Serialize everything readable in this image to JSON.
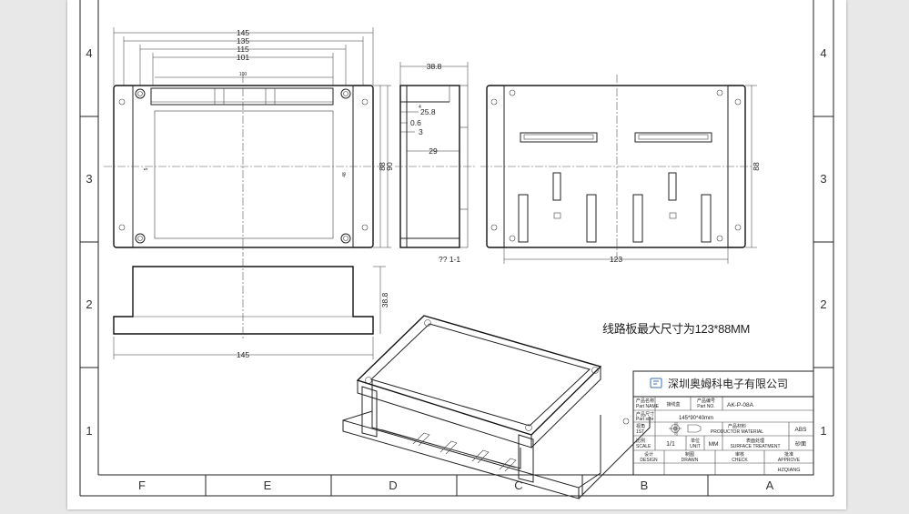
{
  "zones": {
    "rows": [
      "4",
      "3",
      "2",
      "1"
    ],
    "cols": [
      "F",
      "E",
      "D",
      "C",
      "B",
      "A"
    ]
  },
  "front_view": {
    "dims_top": [
      "145",
      "135",
      "115",
      "101",
      "100"
    ],
    "dims_side": [
      "88",
      "90",
      "48",
      "5"
    ]
  },
  "side_view": {
    "dims": [
      "38.8",
      "25.8",
      "0.6",
      "3",
      "29",
      "4"
    ],
    "section_label": "?? 1-1"
  },
  "back_view": {
    "dims": [
      "88",
      "123"
    ]
  },
  "bottom_view": {
    "dims": [
      "145",
      "38.8"
    ]
  },
  "note": "线路板最大尺寸为123*88MM",
  "title_block": {
    "company": "深圳奥姆科电子有限公司",
    "part_name_label": "产品名称",
    "part_name_label_en": "Part NAME",
    "part_name_value": "接线盒",
    "part_no_label": "产品编号",
    "part_no_label_en": "Part NO.",
    "part_no_value": "AK-P-08A",
    "part_size_label": "产品尺寸",
    "part_size_label_en": "Part size",
    "part_size_value": "145*90*40mm",
    "angle_label": "视角",
    "angle_label_en": "1ST",
    "material_label": "产品材料",
    "material_label_en": "PRODUCTOR MATERIAL",
    "material_value": "ABS",
    "scale_label": "比例",
    "scale_label_en": "SCALE",
    "scale_value": "1/1",
    "unit_label": "单位",
    "unit_label_en": "UNIT",
    "unit_value": "MM",
    "surface_label": "表面处理",
    "surface_label_en": "SURFACE TREATMENT",
    "surface_value": "砂面",
    "design_label": "设计",
    "design_label_en": "DESIGN",
    "drawn_label": "制图",
    "drawn_label_en": "DRAWN",
    "check_label": "审核",
    "check_label_en": "CHECK",
    "approve_label": "批准",
    "approve_label_en": "APPROVE",
    "approver_name": "HZQIANG"
  }
}
